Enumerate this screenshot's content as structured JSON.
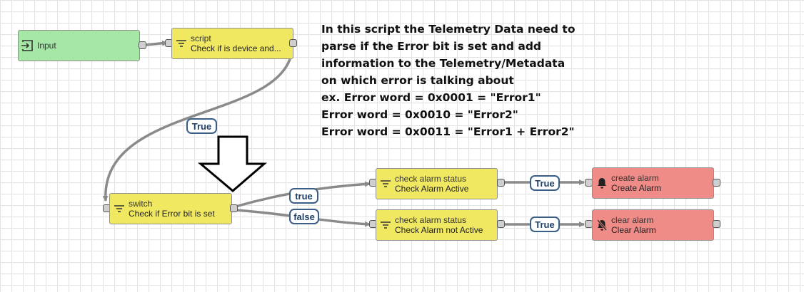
{
  "nodes": {
    "input": {
      "label": "Input"
    },
    "script": {
      "type": "script",
      "name": "Check if is device and..."
    },
    "switch": {
      "type": "switch",
      "name": "Check if Error bit is set"
    },
    "check_active": {
      "type": "check alarm status",
      "name": "Check Alarm Active"
    },
    "check_not_active": {
      "type": "check alarm status",
      "name": "Check Alarm not Active"
    },
    "create_alarm": {
      "type": "create alarm",
      "name": "Create Alarm"
    },
    "clear_alarm": {
      "type": "clear alarm",
      "name": "Clear Alarm"
    }
  },
  "links": {
    "script_switch": "True",
    "switch_active": "true",
    "switch_not_active": "false",
    "active_create": "True",
    "not_active_clear": "True"
  },
  "note": {
    "lines": [
      "In this script the Telemetry Data need to",
      "parse if the Error bit is set and add",
      "information to the Telemetry/Metadata",
      "on which error is talking about",
      "ex. Error word = 0x0001 = \"Error1\"",
      "Error word = 0x0010 = \"Error2\"",
      "Error word = 0x0011 = \"Error1 + Error2\""
    ]
  },
  "colors": {
    "input_node": "#a6e7a8",
    "filter_node": "#f1e861",
    "action_node": "#f08c88",
    "wire": "#8a8a8a",
    "label_border": "#3a5e86",
    "label_text": "#1f3f66"
  },
  "icons": {
    "input": "input-arrow-icon",
    "filter": "filter-lines-icon",
    "create_alarm": "bell-icon",
    "clear_alarm": "bell-off-icon",
    "annotation": "down-arrow-annotation"
  }
}
